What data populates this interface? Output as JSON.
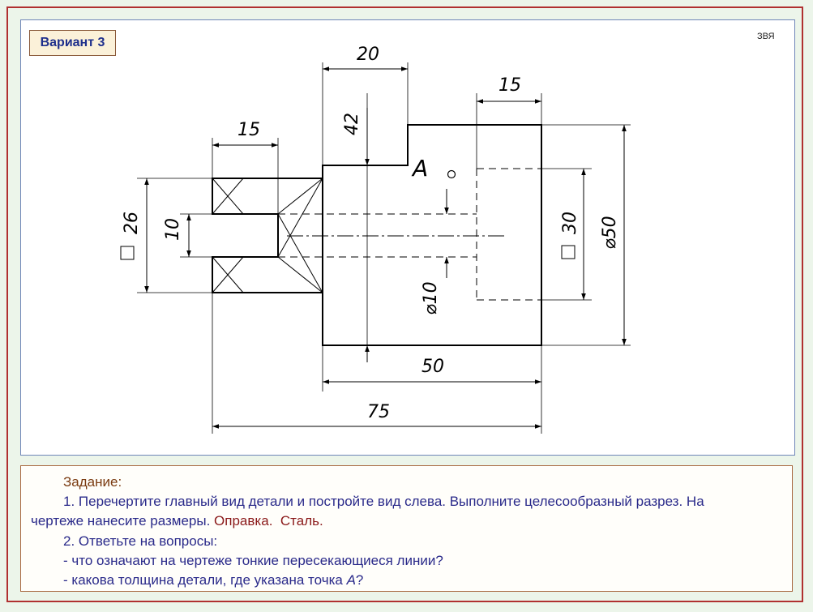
{
  "variant_label": "Вариант 3",
  "author_mark": "ЗВЯ",
  "drawing": {
    "dimensions": {
      "d20": "20",
      "d15_top": "15",
      "d15_left": "15",
      "d42": "42",
      "d26": "26",
      "d10": "10",
      "d30": "30",
      "d50_dia": "⌀50",
      "d10_dia": "⌀10",
      "d50": "50",
      "d75": "75"
    },
    "square_symbol": "□",
    "point_label": "A"
  },
  "task": {
    "heading": "Задание",
    "heading_colon": ":",
    "item1_text": "1. Перечертите главный вид детали и постройте вид слева. Выполните целесообразный разрез. На",
    "item1_cont": "чертеже нанесите размеры.",
    "item1_tag1": "Оправка",
    "item1_tag1_punct": ".",
    "item1_tag2": "Сталь",
    "item1_tag2_punct": ".",
    "item2": "2.  Ответьте  на вопросы:",
    "q1": "- что означают на чертеже тонкие пересекающиеся линии?",
    "q2_prefix": "- какова толщина детали, где указана точка ",
    "q2_point": "А",
    "q2_suffix": "?"
  },
  "colors": {
    "frame": "#b03030",
    "background": "#ecf5ea",
    "text": "#2a2a8a",
    "heading": "#7a3a10",
    "accent": "#8b1a1a"
  }
}
